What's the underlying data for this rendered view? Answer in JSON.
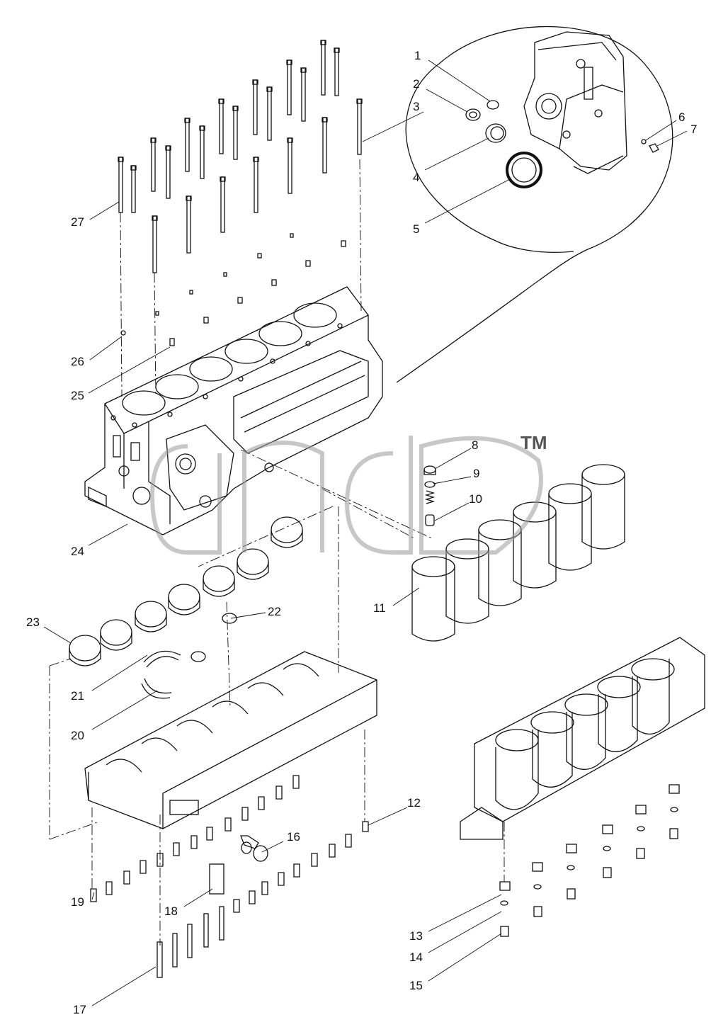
{
  "watermark": {
    "tm": "TM"
  },
  "callouts": [
    {
      "n": "1",
      "label": "1"
    },
    {
      "n": "2",
      "label": "2"
    },
    {
      "n": "3",
      "label": "3"
    },
    {
      "n": "4",
      "label": "4"
    },
    {
      "n": "5",
      "label": "5"
    },
    {
      "n": "6",
      "label": "6"
    },
    {
      "n": "7",
      "label": "7"
    },
    {
      "n": "8",
      "label": "8"
    },
    {
      "n": "9",
      "label": "9"
    },
    {
      "n": "10",
      "label": "10"
    },
    {
      "n": "11",
      "label": "11"
    },
    {
      "n": "12",
      "label": "12"
    },
    {
      "n": "13",
      "label": "13"
    },
    {
      "n": "14",
      "label": "14"
    },
    {
      "n": "15",
      "label": "15"
    },
    {
      "n": "16",
      "label": "16"
    },
    {
      "n": "17",
      "label": "17"
    },
    {
      "n": "18",
      "label": "18"
    },
    {
      "n": "19",
      "label": "19"
    },
    {
      "n": "20",
      "label": "20"
    },
    {
      "n": "21",
      "label": "21"
    },
    {
      "n": "22",
      "label": "22"
    },
    {
      "n": "23",
      "label": "23"
    },
    {
      "n": "24",
      "label": "24"
    },
    {
      "n": "25",
      "label": "25"
    },
    {
      "n": "26",
      "label": "26"
    },
    {
      "n": "27",
      "label": "27"
    }
  ],
  "colors": {
    "line": "#111111",
    "watermark": "#8a8a8a"
  }
}
